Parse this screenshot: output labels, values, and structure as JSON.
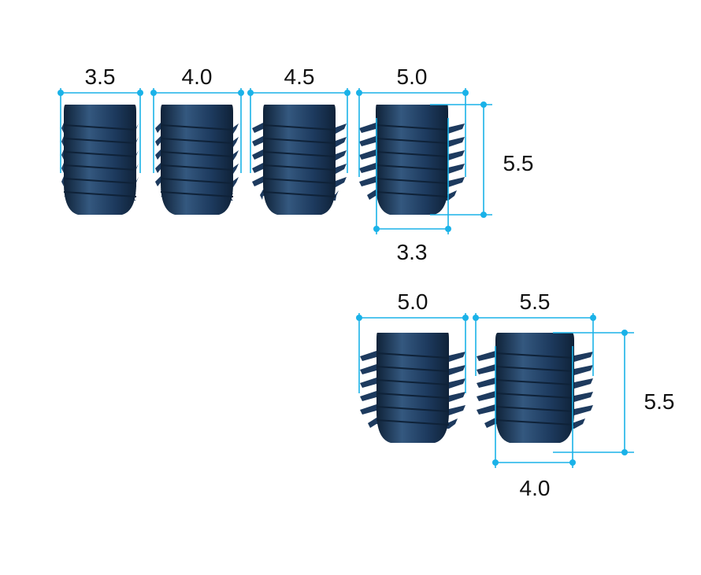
{
  "colors": {
    "implant_body": "#1d3a5e",
    "implant_highlight": "#34587f",
    "implant_shadow": "#0f2238",
    "dimension_line": "#1ab2e8",
    "label_text": "#111111"
  },
  "implants": [
    {
      "name": "implant-3-5",
      "width_label": "3.5"
    },
    {
      "name": "implant-4-0",
      "width_label": "4.0"
    },
    {
      "name": "implant-4-5",
      "width_label": "4.5"
    },
    {
      "name": "implant-5-0-detailed",
      "width_label": "5.0",
      "core_label": "3.3",
      "length_label": "5.5"
    },
    {
      "name": "implant-5-0-lower",
      "width_label": "5.0"
    },
    {
      "name": "implant-5-5-detailed",
      "width_label": "5.5",
      "core_label": "4.0",
      "length_label": "5.5"
    }
  ]
}
